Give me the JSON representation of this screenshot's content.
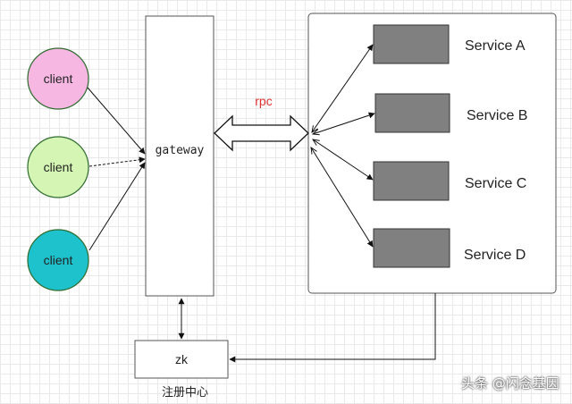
{
  "clients": [
    {
      "label": "client",
      "color": "#f7b7e3"
    },
    {
      "label": "client",
      "color": "#d4f5b3"
    },
    {
      "label": "client",
      "color": "#1ec2cd"
    }
  ],
  "gateway": {
    "label": "gateway"
  },
  "rpc": {
    "label": "rpc",
    "color": "#e03131"
  },
  "services": [
    {
      "label": "Service A"
    },
    {
      "label": "Service B"
    },
    {
      "label": "Service C"
    },
    {
      "label": "Service D"
    }
  ],
  "service_box_color": "#808080",
  "registry": {
    "label": "zk",
    "caption": "注册中心"
  },
  "watermark": "头条 @闪念基因"
}
